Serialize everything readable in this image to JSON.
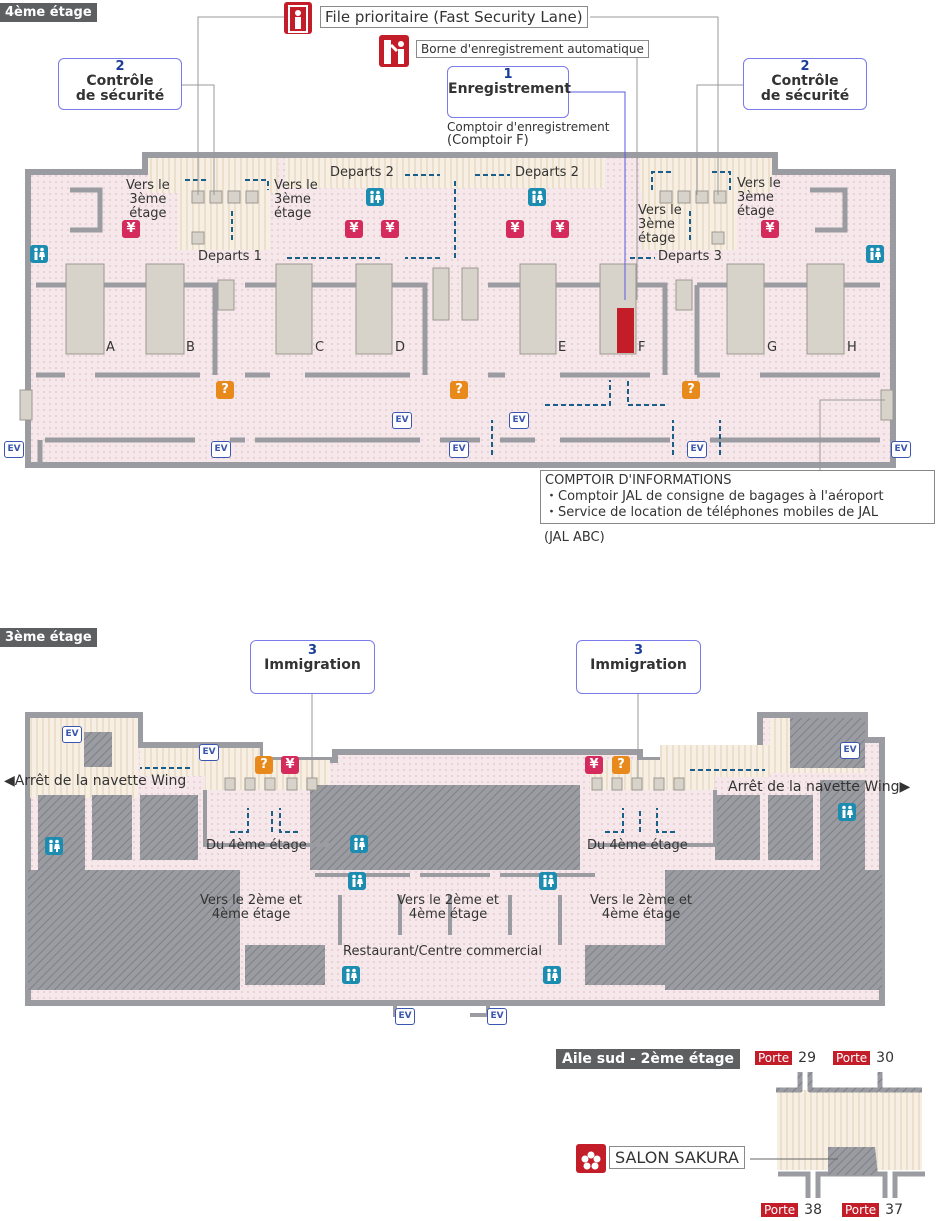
{
  "floor4": {
    "badge": "4ème étage",
    "fast_lane": "File prioritaire (Fast Security Lane)",
    "kiosk": "Borne d'enregistrement automatique",
    "checkin": {
      "num": "1",
      "title": "Enregistrement",
      "sub1": "Comptoir d'enregistrement",
      "sub2": "(Comptoir F)"
    },
    "security": {
      "num": "2",
      "line1": "Contrôle",
      "line2": "de sécurité"
    },
    "departs": [
      "Departs 1",
      "Departs 2",
      "Departs 3"
    ],
    "vers_3": [
      "Vers le",
      "3ème",
      "étage"
    ],
    "counters": [
      "A",
      "B",
      "C",
      "D",
      "E",
      "F",
      "G",
      "H"
    ],
    "info": {
      "title": "COMPTOIR D'INFORMATIONS",
      "items": [
        "・Comptoir JAL de consigne de bagages à l'aéroport",
        "・Service de location de téléphones mobiles de JAL"
      ],
      "note": "(JAL ABC)"
    }
  },
  "floor3": {
    "badge": "3ème étage",
    "immigration": {
      "num": "3",
      "title": "Immigration"
    },
    "shuttle": "Arrêt de la navette Wing",
    "from4": "Du 4ème étage",
    "to24": [
      "Vers le 2ème et",
      "4ème étage"
    ],
    "restaurant": "Restaurant/Centre commercial"
  },
  "south": {
    "badge": "Aile sud - 2ème étage",
    "porte": "Porte",
    "gates": [
      "29",
      "30",
      "38",
      "37"
    ],
    "lounge": "SALON SAKURA",
    "lounge_logo": "Sakura Lounge"
  },
  "icons": {
    "ev": "EV",
    "yen": "¥",
    "question": "?"
  },
  "colors": {
    "accent_red": "#c41d2a",
    "route_blue": "#1a5e8a",
    "toilet": "#1c8db0",
    "exchange": "#d42a5c",
    "info": "#e8891c"
  }
}
